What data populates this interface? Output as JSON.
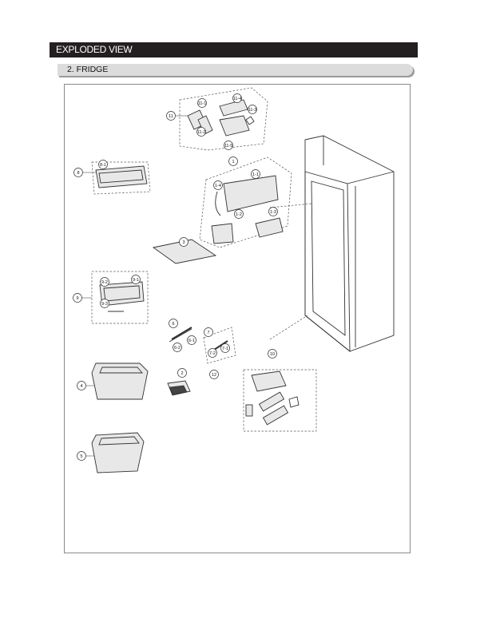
{
  "header": {
    "title": "EXPLODED VIEW"
  },
  "section": {
    "title": "2. FRIDGE"
  },
  "callouts": {
    "c1": "1",
    "c1_1": "1-1",
    "c1_2": "1-2",
    "c1_3": "1-3",
    "c1_4": "1-4",
    "c2": "2",
    "c3": "3",
    "c4": "4",
    "c5": "5",
    "c6": "6",
    "c6_1": "6-1",
    "c6_2": "6-2",
    "c7": "7",
    "c7_1": "7-1",
    "c7_2": "7-2",
    "c8": "8",
    "c8_1": "8-1",
    "c9": "9",
    "c9_1": "9-1",
    "c9_2": "9-2",
    "c9_3": "9-3",
    "c10": "10",
    "c11": "11",
    "c11_1": "11-1",
    "c11_2": "11-2",
    "c11_3": "11-3",
    "c11_4": "11-4",
    "c11_5": "11-5",
    "c12": "12"
  }
}
